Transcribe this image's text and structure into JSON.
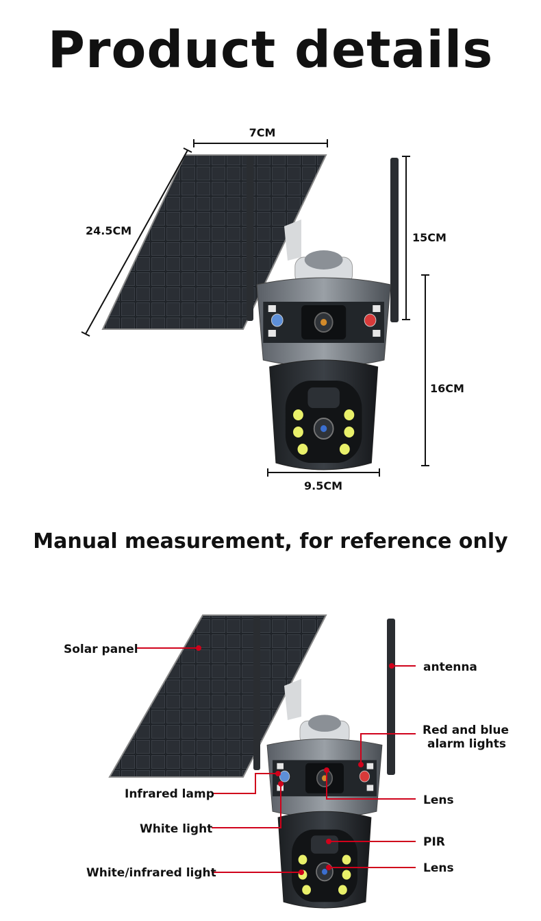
{
  "header": {
    "title": "Product details"
  },
  "dimensions": {
    "panel_width": "7CM",
    "panel_length": "24.5CM",
    "antenna_height": "15CM",
    "camera_height": "16CM",
    "camera_width": "9.5CM"
  },
  "note": "Manual measurement, for reference only",
  "callouts": {
    "solar_panel": "Solar panel",
    "antenna": "antenna",
    "alarm_line1": "Red and blue",
    "alarm_line2": "alarm lights",
    "infrared_lamp": "Infrared lamp",
    "lens_top": "Lens",
    "white_light": "White light",
    "pir": "PIR",
    "white_infrared_light": "White/infrared light",
    "lens_bottom": "Lens"
  },
  "colors": {
    "leader_line": "#d0021b",
    "text": "#111111"
  }
}
